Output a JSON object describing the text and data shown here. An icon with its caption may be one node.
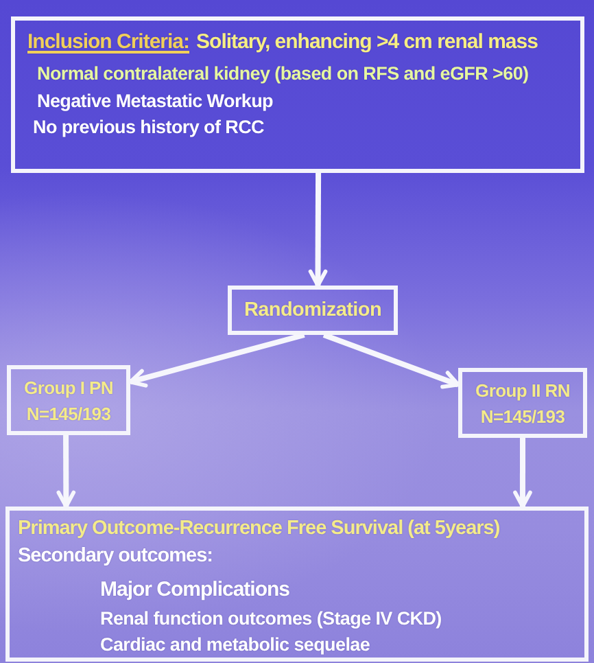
{
  "diagram": {
    "nodes": [
      {
        "text": [
          "Inclusion Criteria:",
          "Solitary, enhancing >4 cm renal mass",
          "Normal contralateral kidney (based on RFS and eGFR >60)",
          "Negative Metastatic Workup",
          "No previous history of RCC"
        ]
      },
      {
        "text": [
          "Randomization"
        ]
      },
      {
        "text": [
          "Group I PN",
          "N=145/193"
        ]
      },
      {
        "text": [
          "Group II RN",
          "N=145/193"
        ]
      },
      {
        "text": [
          "Primary Outcome-Recurrence Free Survival (at 5years)",
          "Secondary outcomes:",
          "Major Complications",
          "Renal function outcomes (Stage IV CKD)",
          "Cardiac and metabolic sequelae"
        ]
      }
    ],
    "edges": [
      {
        "from": 0,
        "to": 1,
        "arrow": "to"
      },
      {
        "from": 1,
        "to": 2,
        "arrow": "to"
      },
      {
        "from": 1,
        "to": 3,
        "arrow": "to"
      },
      {
        "from": 2,
        "to": 4,
        "arrow": "to"
      },
      {
        "from": 3,
        "to": 4,
        "arrow": "to"
      }
    ]
  }
}
